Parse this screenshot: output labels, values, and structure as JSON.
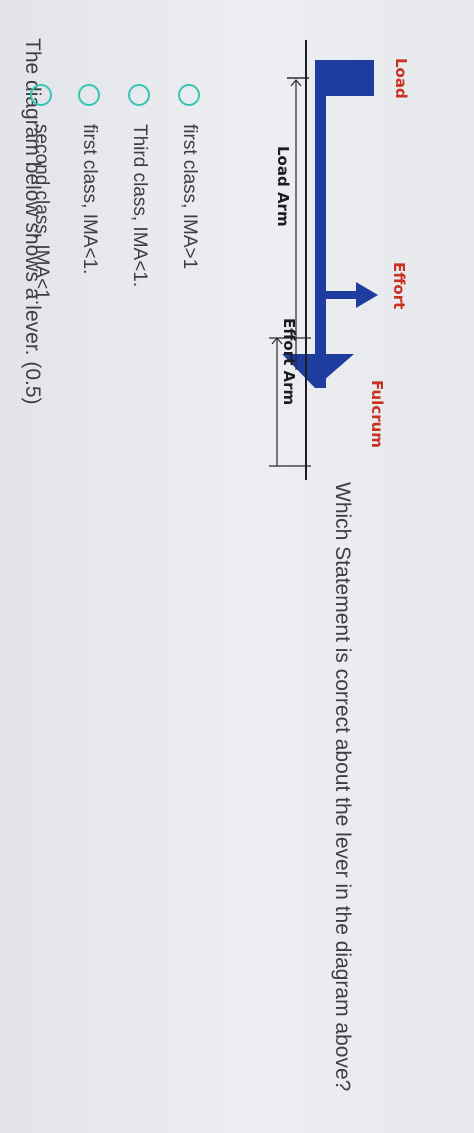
{
  "question": {
    "title": "The diagram below shows a lever. (0.5)",
    "text": "Which Statement is correct about the lever in the diagram above?"
  },
  "diagram": {
    "labels": {
      "load": "Load",
      "effort": "Effort",
      "fulcrum": "Fulcrum",
      "load_arm": "Load Arm",
      "effort_arm": "Effort Arm"
    },
    "colors": {
      "lever": "#1f3d9e",
      "label": "#c8321e",
      "arm_label": "#1c1c24"
    }
  },
  "options": [
    {
      "label": "first class, IMA>1"
    },
    {
      "label": "Third class, IMA<1."
    },
    {
      "label": "first class, IMA<1."
    },
    {
      "label": "second class, IMA<1."
    }
  ],
  "accent_color": "#34c7b2"
}
